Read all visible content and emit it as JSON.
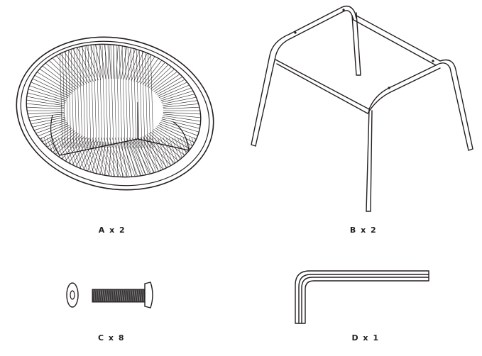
{
  "parts": [
    {
      "id": "A",
      "label": "A x 2",
      "name": "seat-shell"
    },
    {
      "id": "B",
      "label": "B x 2",
      "name": "leg-frame"
    },
    {
      "id": "C",
      "label": "C x 8",
      "name": "bolt-and-washer"
    },
    {
      "id": "D",
      "label": "D x 1",
      "name": "allen-key"
    }
  ],
  "colors": {
    "line": "#231f20",
    "background": "#ffffff"
  }
}
